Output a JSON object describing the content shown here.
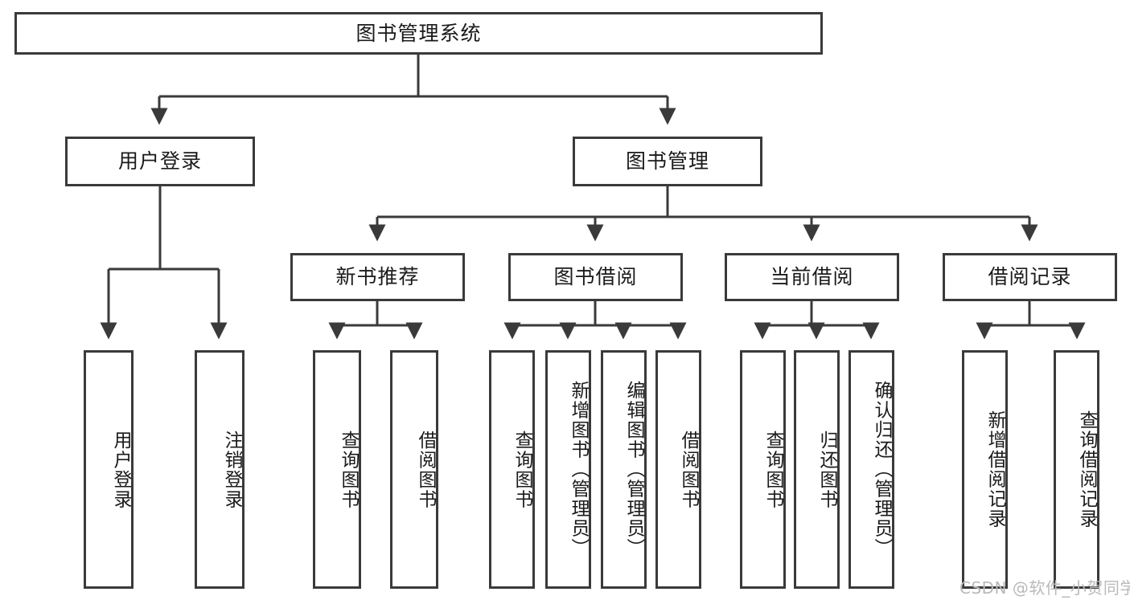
{
  "diagram": {
    "title_node": {
      "label": "图书管理系统"
    },
    "level2": [
      {
        "id": "user-login",
        "label": "用户登录"
      },
      {
        "id": "book-manage",
        "label": "图书管理"
      }
    ],
    "level3": [
      {
        "id": "new-book-recommend",
        "label": "新书推荐"
      },
      {
        "id": "book-borrow",
        "label": "图书借阅"
      },
      {
        "id": "current-borrow",
        "label": "当前借阅"
      },
      {
        "id": "borrow-record",
        "label": "借阅记录"
      }
    ],
    "leaves": [
      {
        "id": "leaf-user-login",
        "label": "用户登录"
      },
      {
        "id": "leaf-user-logout",
        "label": "注销登录"
      },
      {
        "id": "leaf-query-book-1",
        "label": "查询图书"
      },
      {
        "id": "leaf-borrow-book-1",
        "label": "借阅图书"
      },
      {
        "id": "leaf-query-book-2",
        "label": "查询图书"
      },
      {
        "id": "leaf-add-book",
        "label": "新增图书（管理员）"
      },
      {
        "id": "leaf-edit-book",
        "label": "编辑图书（管理员）"
      },
      {
        "id": "leaf-borrow-book-2",
        "label": "借阅图书"
      },
      {
        "id": "leaf-query-book-3",
        "label": "查询图书"
      },
      {
        "id": "leaf-return-book",
        "label": "归还图书"
      },
      {
        "id": "leaf-confirm-return",
        "label": "确认归还（管理员）"
      },
      {
        "id": "leaf-add-record",
        "label": "新增借阅记录"
      },
      {
        "id": "leaf-query-record",
        "label": "查询借阅记录"
      }
    ]
  },
  "watermark": {
    "text": "CSDN @软件_小贺同学"
  },
  "colors": {
    "stroke": "#3a3a3a",
    "fill": "#ffffff",
    "text": "#1a1a1a",
    "watermark": "#b9b9b9"
  }
}
